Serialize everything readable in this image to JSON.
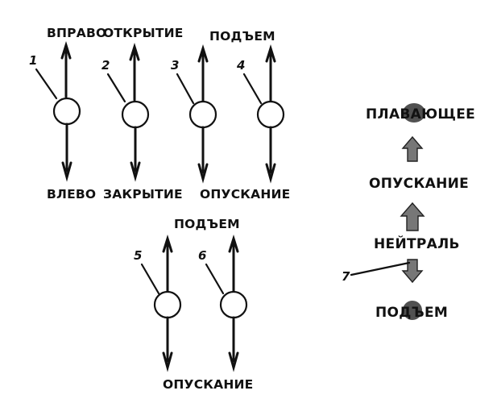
{
  "labels": {
    "right": "ВПРАВО",
    "left": "ВЛЕВО",
    "open": "ОТКРЫТИЕ",
    "close": "ЗАКРЫТИЕ",
    "raise_top": "ПОДЪЕМ",
    "lower_top": "ОПУСКАНИЕ",
    "raise_bottom": "ПОДЪЕМ",
    "lower_bottom": "ОПУСКАНИЕ"
  },
  "levers": {
    "n1": "1",
    "n2": "2",
    "n3": "3",
    "n4": "4",
    "n5": "5",
    "n6": "6"
  },
  "positions": {
    "float": "ПЛАВАЮЩЕЕ",
    "lower": "ОПУСКАНИЕ",
    "neutral": "НЕЙТРАЛЬ",
    "raise": "ПОДЪЕМ",
    "pointer_number": "7"
  }
}
